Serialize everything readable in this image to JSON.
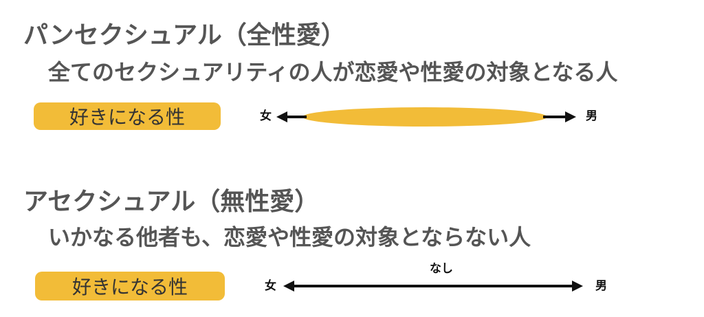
{
  "pansexual": {
    "title": "パンセクシュアル（全性愛）",
    "description": "全てのセクシュアリティの人が恋愛や性愛の対象となる人",
    "badge": "好きになる性",
    "left_label": "女",
    "right_label": "男"
  },
  "asexual": {
    "title": "アセクシュアル（無性愛）",
    "description": "いかなる他者も、恋愛や性愛の対象とならない人",
    "badge": "好きになる性",
    "left_label": "女",
    "right_label": "男",
    "range_label": "なし"
  },
  "colors": {
    "accent": "#F2BC38",
    "text": "#555555",
    "arrow": "#111111"
  }
}
